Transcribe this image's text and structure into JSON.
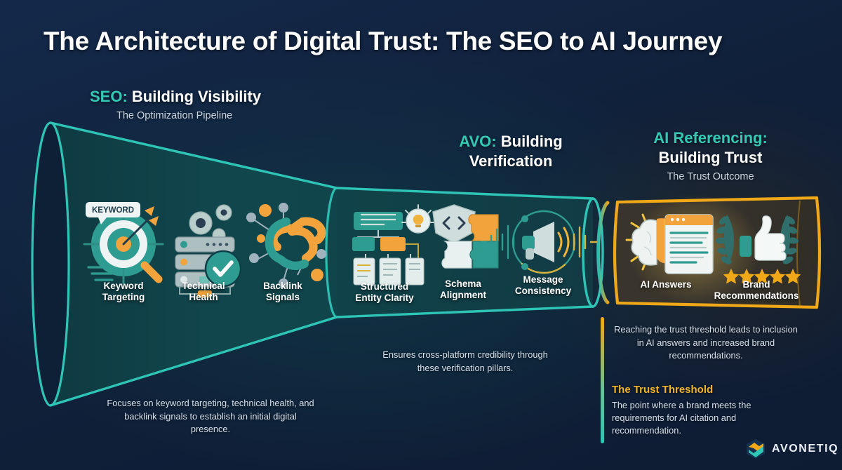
{
  "page": {
    "title": "The Architecture of Digital Trust: The SEO to AI Journey",
    "background_color": "#12233f",
    "teal": "#2ec4b6",
    "gold": "#f0a818",
    "orange": "#f2a33c"
  },
  "sections": {
    "seo": {
      "accent_label": "SEO:",
      "heading": "Building Visibility",
      "subtitle": "The Optimization Pipeline",
      "caption": "Focuses on keyword targeting, technical health, and backlink signals to establish an initial digital presence.",
      "items": [
        {
          "label_line1": "Keyword",
          "label_line2": "Targeting",
          "icon": "target-magnifier-icon",
          "badge": "KEYWORD"
        },
        {
          "label_line1": "Technical",
          "label_line2": "Health",
          "icon": "server-gears-check-icon"
        },
        {
          "label_line1": "Backlink",
          "label_line2": "Signals",
          "icon": "chain-link-network-icon"
        }
      ]
    },
    "avo": {
      "accent_label": "AVO:",
      "heading_line1": "Building",
      "heading_line2": "Verification",
      "caption": "Ensures cross-platform credibility through these verification pillars.",
      "items": [
        {
          "label_line1": "Structured",
          "label_line2": "Entity Clarity",
          "icon": "hierarchy-lightbulb-icon"
        },
        {
          "label_line1": "Schema",
          "label_line2": "Alignment",
          "icon": "code-puzzle-icon"
        },
        {
          "label_line1": "Message",
          "label_line2": "Consistency",
          "icon": "megaphone-waveform-icon"
        }
      ]
    },
    "ai": {
      "accent_label": "AI Referencing:",
      "heading": "Building Trust",
      "subtitle": "The Trust Outcome",
      "caption": "Reaching the trust threshold leads to inclusion in AI answers and increased brand recommendations.",
      "threshold_title": "The Trust Threshold",
      "threshold_body": "The point where a brand meets the requirements for AI citation and recommendation.",
      "items": [
        {
          "label_line1": "AI Answers",
          "label_line2": "",
          "icon": "brain-document-icon"
        },
        {
          "label_line1": "Brand",
          "label_line2": "Recommendations",
          "icon": "thumbs-up-laurel-stars-icon",
          "stars": 5
        }
      ]
    }
  },
  "logo": {
    "text": "AVONETIQ",
    "mark": "hexagon-chevron-logo-icon"
  }
}
